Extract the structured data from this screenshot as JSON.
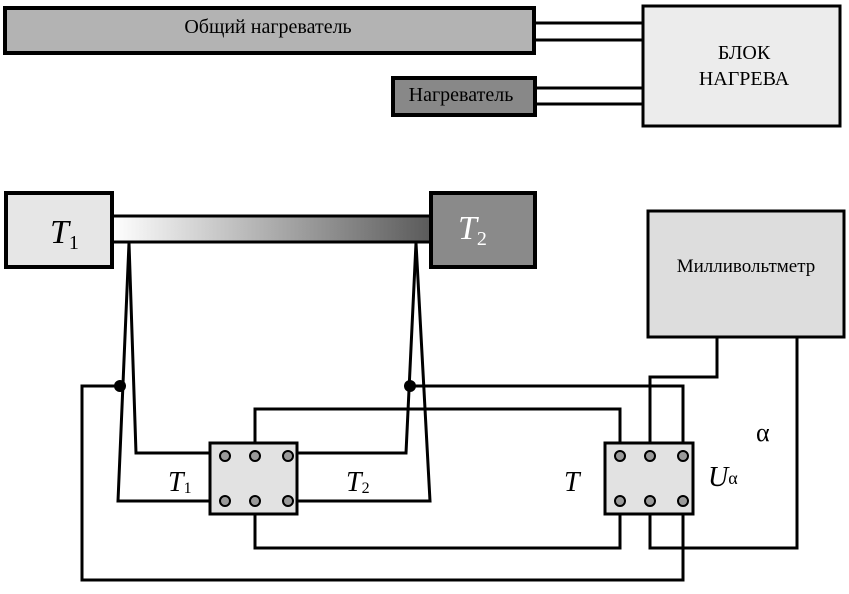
{
  "heaters": {
    "common_label": "Общий нагреватель",
    "small_label": "Нагреватель"
  },
  "heating_block": {
    "line1": "БЛОК",
    "line2": "НАГРЕВА"
  },
  "rod": {
    "t1": {
      "main": "T",
      "sub": "1"
    },
    "t2": {
      "main": "T",
      "sub": "2"
    }
  },
  "millivoltmeter": {
    "label": "Милливольтметр"
  },
  "switch_left": {
    "t1": {
      "main": "T",
      "sub": "1"
    },
    "t2": {
      "main": "T",
      "sub": "2"
    }
  },
  "switch_right": {
    "t_label": "T",
    "u": {
      "main": "U",
      "sub": "α"
    }
  },
  "alpha_label": "α",
  "colors": {
    "common_heater": "#b3b3b3",
    "small_heater": "#888888",
    "block_fill": "#ececec",
    "t1_fill": "#e6e6e6",
    "t2_fill": "#8a8a8a",
    "meter_fill": "#dddddd",
    "switch_fill": "#e2e2e2",
    "terminal": "#9a9a9a",
    "wire": "#000000"
  }
}
